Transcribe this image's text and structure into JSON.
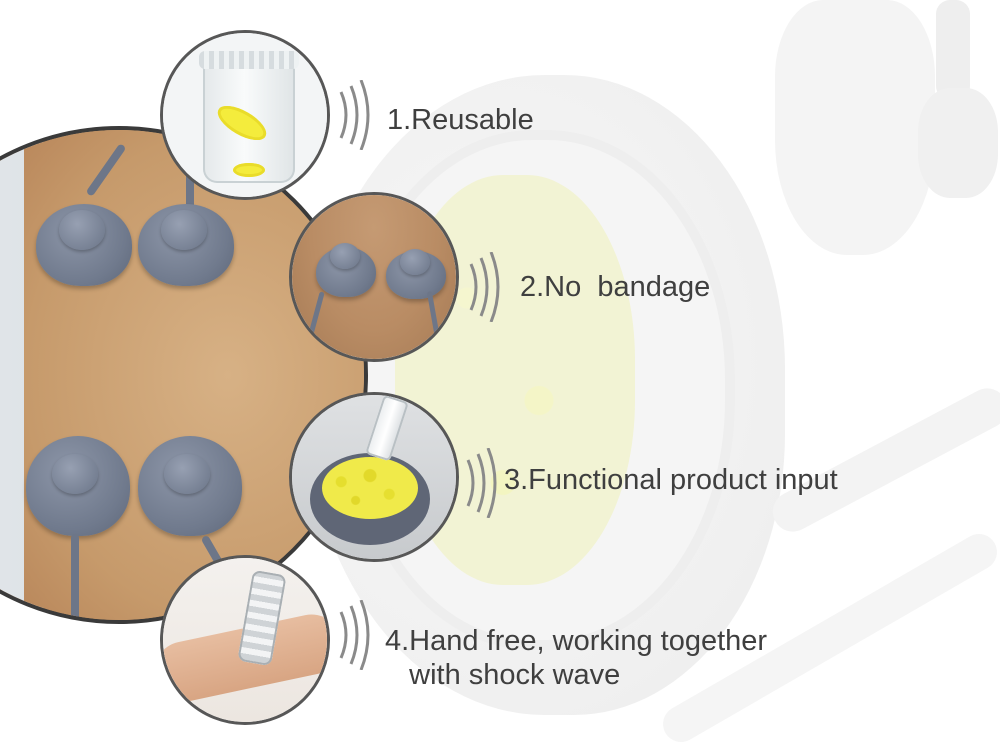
{
  "features": [
    {
      "label": "1.Reusable"
    },
    {
      "label": "2.No  bandage"
    },
    {
      "label": "3.Functional product input"
    },
    {
      "label": "4.Hand free, working together\n   with shock wave"
    }
  ],
  "colors": {
    "text": "#3f3f3f",
    "bubble_border": "#575757",
    "electrode": "#707a8d",
    "sponge": "#f0ea4a"
  }
}
